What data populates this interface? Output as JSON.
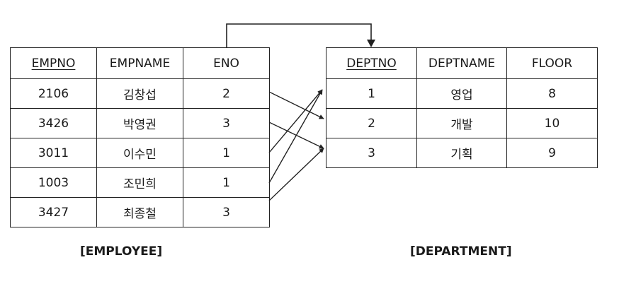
{
  "employee": {
    "caption": "[EMPLOYEE]",
    "headers": [
      "EMPNO",
      "EMPNAME",
      "ENO"
    ],
    "primary_key": "EMPNO",
    "rows": [
      [
        "2106",
        "김창섭",
        "2"
      ],
      [
        "3426",
        "박영권",
        "3"
      ],
      [
        "3011",
        "이수민",
        "1"
      ],
      [
        "1003",
        "조민희",
        "1"
      ],
      [
        "3427",
        "최종철",
        "3"
      ]
    ]
  },
  "department": {
    "caption": "[DEPARTMENT]",
    "headers": [
      "DEPTNO",
      "DEPTNAME",
      "FLOOR"
    ],
    "primary_key": "DEPTNO",
    "rows": [
      [
        "1",
        "영업",
        "8"
      ],
      [
        "2",
        "개발",
        "10"
      ],
      [
        "3",
        "기획",
        "9"
      ]
    ]
  },
  "foreign_key": {
    "from": "ENO",
    "to": "DEPTNO"
  },
  "line_color": "#222222"
}
